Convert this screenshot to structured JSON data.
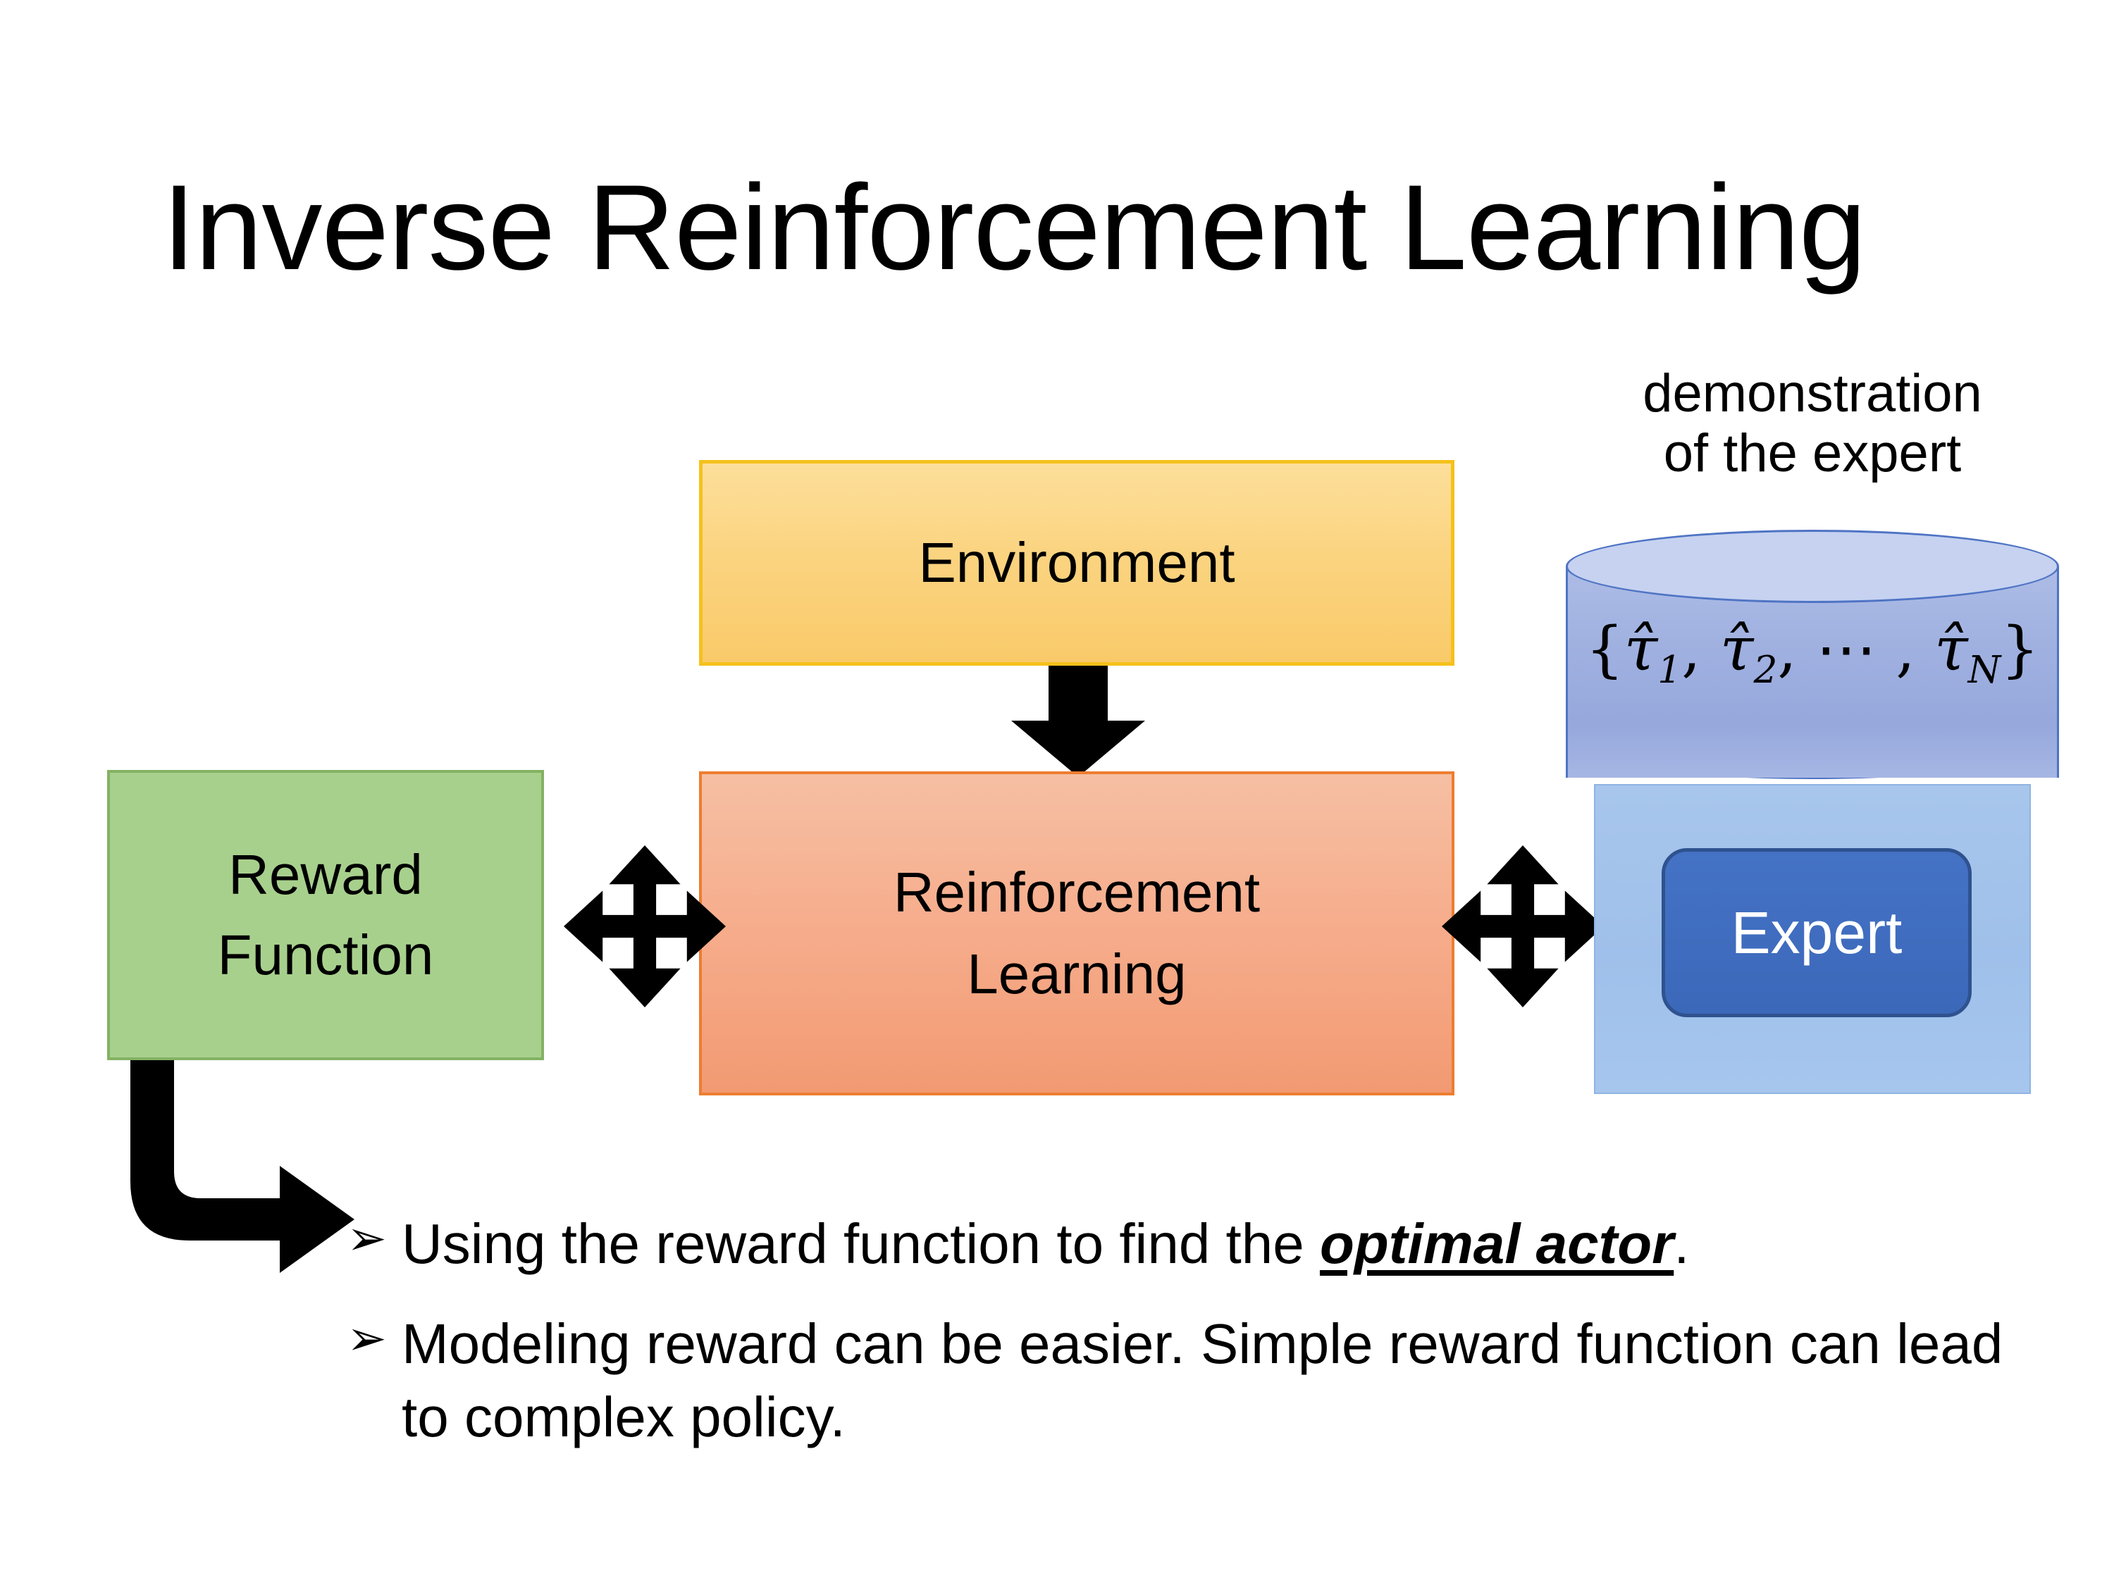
{
  "slide": {
    "title": "Inverse Reinforcement Learning",
    "background_color": "#ffffff"
  },
  "diagram": {
    "environment_box": {
      "label": "Environment",
      "fill_color": "#FBD481",
      "border_color": "#F5C11B"
    },
    "reinforcement_learning_box": {
      "label_line1": "Reinforcement",
      "label_line2": "Learning",
      "fill_color": "#F6AC8B",
      "border_color": "#ED7D31"
    },
    "reward_function_box": {
      "label_line1": "Reward",
      "label_line2": "Function",
      "fill_color": "#A8D08D",
      "border_color": "#83B263"
    },
    "expert_panel": {
      "caption_line1": "demonstration",
      "caption_line2": "of the expert",
      "panel_color": "#A8C6EC",
      "cylinder_color": "#9FB0E0",
      "cylinder_top_color": "#C6D2F0",
      "cylinder_label_prefix": "{",
      "cylinder_label_tau1": "τ̂",
      "cylinder_label_sub1": "1",
      "cylinder_label_comma1": ", ",
      "cylinder_label_tau2": "τ̂",
      "cylinder_label_sub2": "2",
      "cylinder_label_dots": ", ⋯ , ",
      "cylinder_label_tauN": "τ̂",
      "cylinder_label_subN": "N",
      "cylinder_label_suffix": "}",
      "expert_button_label": "Expert",
      "expert_button_color": "#4472C4",
      "expert_button_border": "#2F528F",
      "expert_button_text_color": "#ffffff"
    },
    "connectors": {
      "environment_to_rl": "down-arrow",
      "reward_to_rl": "four-way-arrow",
      "rl_to_expert": "four-way-arrow",
      "reward_to_bullets": "bent-elbow-arrow",
      "arrow_color": "#000000"
    }
  },
  "bullets": [
    {
      "marker": "➢",
      "text_before": "Using the reward function to find the ",
      "emphasis": "optimal actor",
      "text_after": "."
    },
    {
      "marker": "➢",
      "text_before": "Modeling reward can be easier. Simple reward function can lead to complex policy.",
      "emphasis": "",
      "text_after": ""
    }
  ]
}
